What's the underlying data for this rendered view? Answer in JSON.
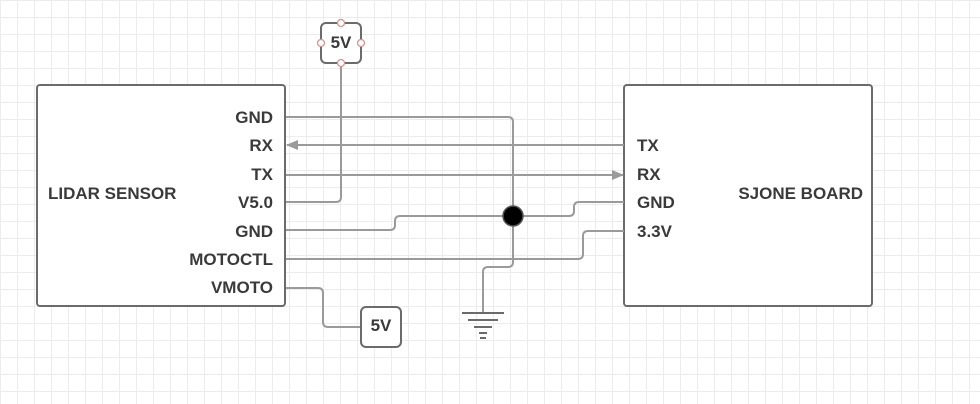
{
  "lidar": {
    "title": "LIDAR SENSOR",
    "pins": [
      "GND",
      "RX",
      "TX",
      "V5.0",
      "GND",
      "MOTOCTL",
      "VMOTO"
    ]
  },
  "sjone": {
    "title": "SJONE BOARD",
    "pins": [
      "TX",
      "RX",
      "GND",
      "3.3V"
    ]
  },
  "supply_top": {
    "label": "5V"
  },
  "supply_bottom": {
    "label": "5V"
  },
  "colors": {
    "wire": "#9a9a9a",
    "box_border": "#6b6b6b",
    "text": "#3a3a3a",
    "junction": "#000000",
    "handle": "#d99090"
  }
}
